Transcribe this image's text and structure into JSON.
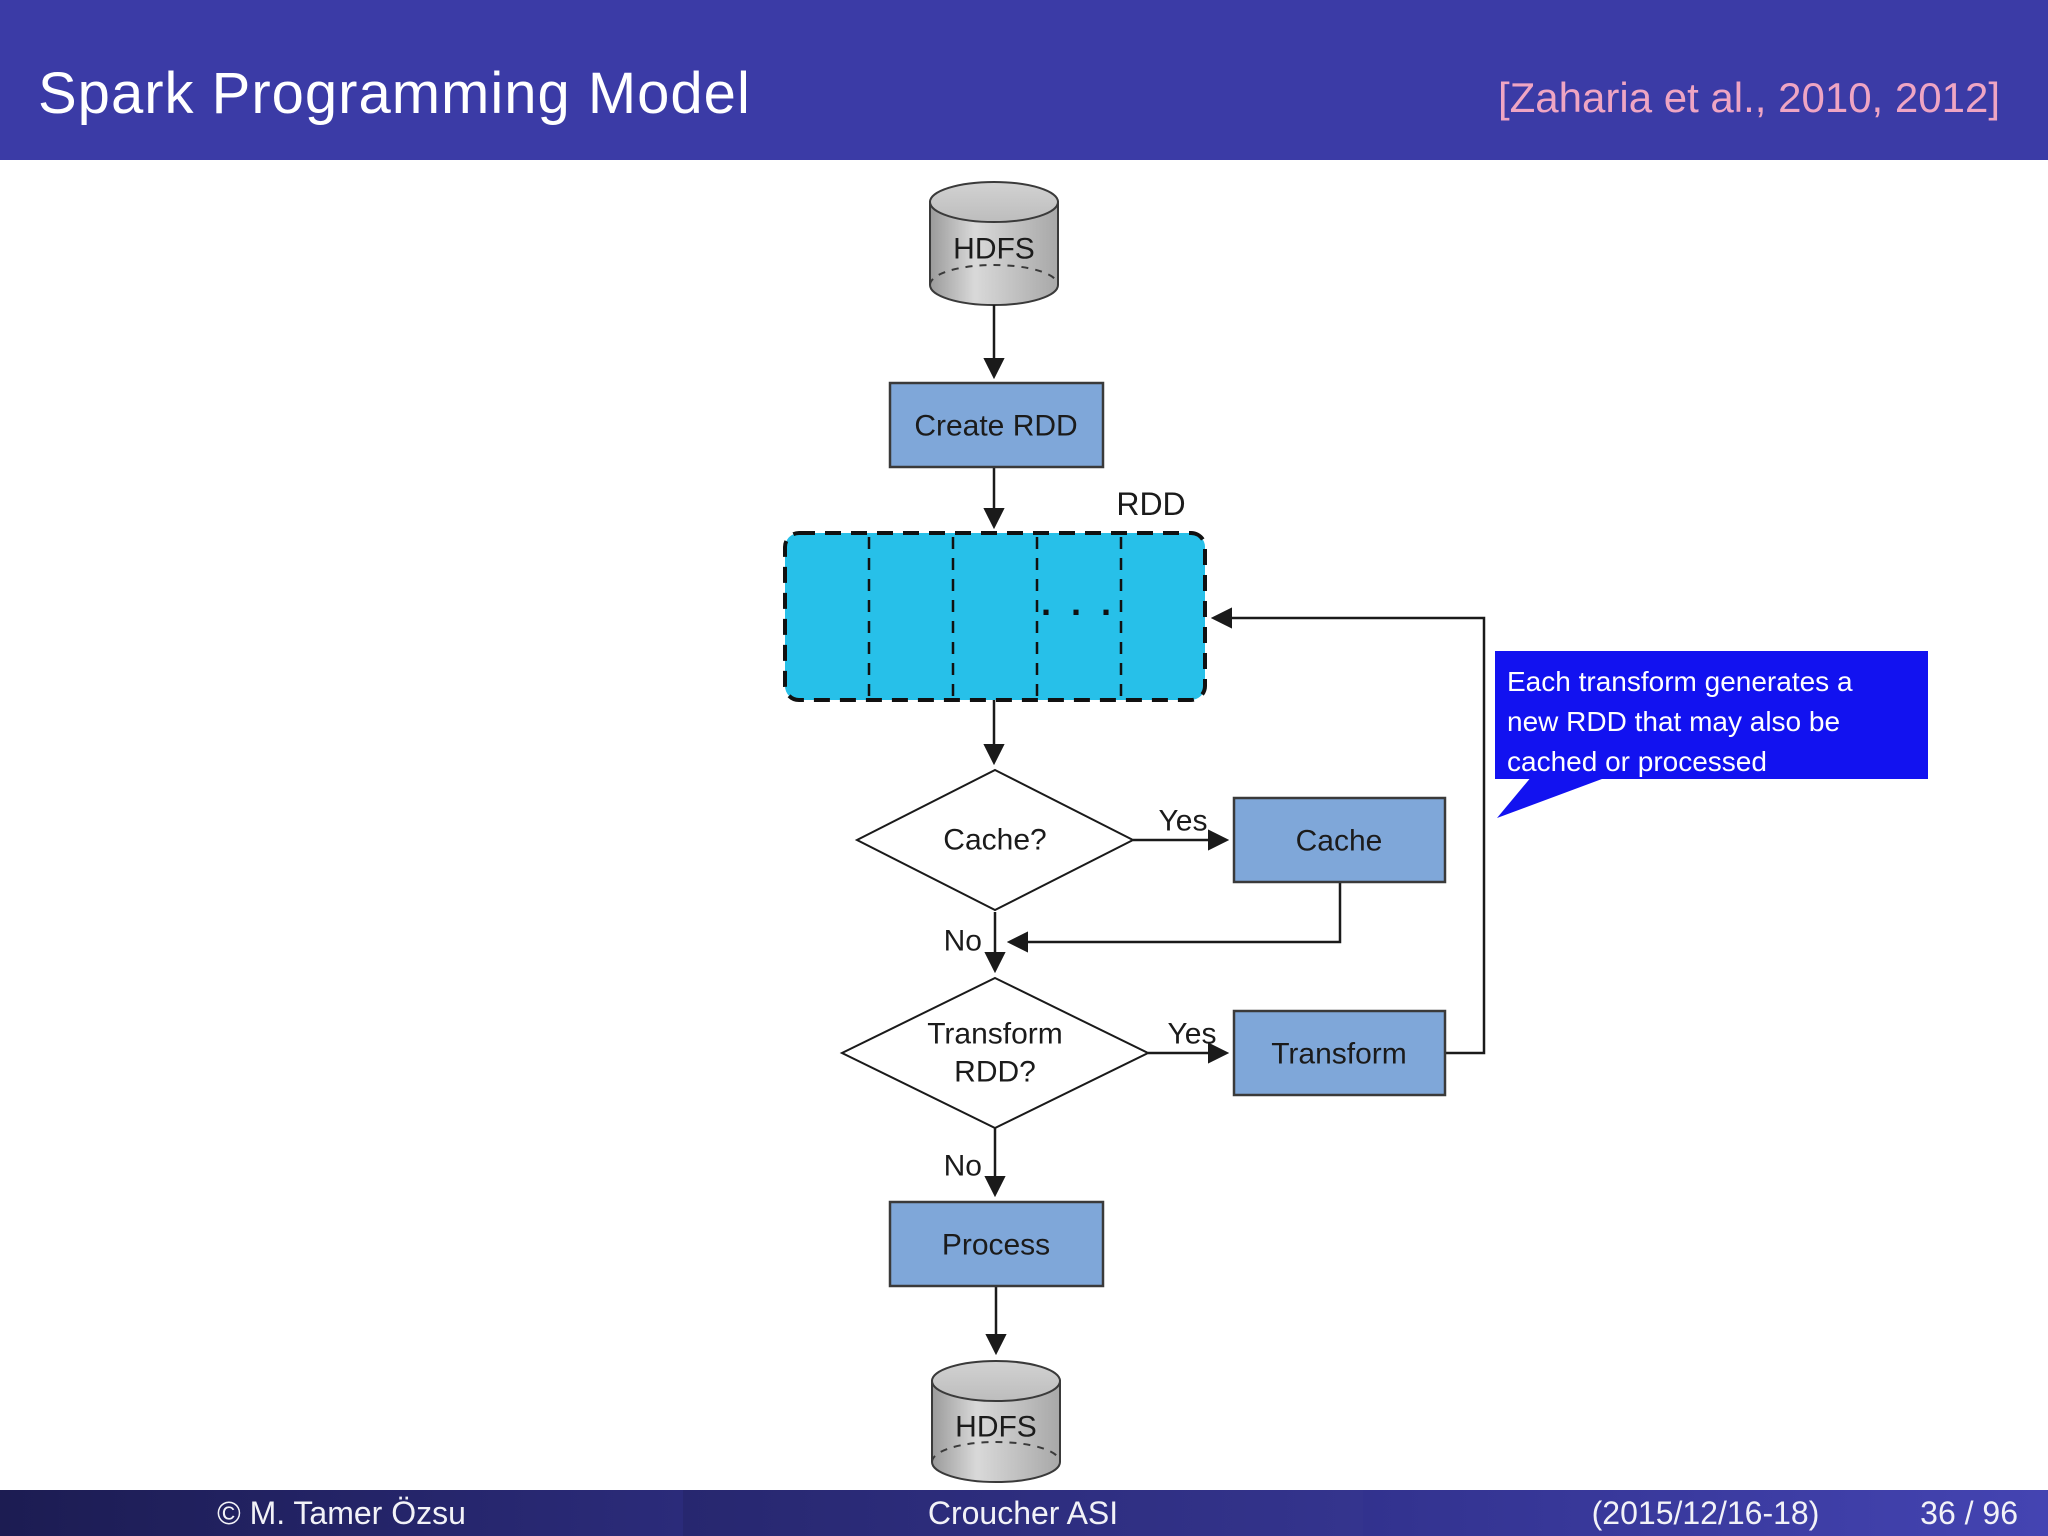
{
  "slide": {
    "header": {
      "title": "Spark Programming Model",
      "citation": "[Zaharia et al., 2010, 2012]"
    },
    "footer": {
      "author": "© M. Tamer Özsu",
      "venue": "Croucher ASI",
      "date": "(2015/12/16-18)",
      "page": "36 / 96"
    },
    "colors": {
      "header_bg": "#3b3ba6",
      "citation_pink": "#efa5c3",
      "box_fill": "#7fa7d9",
      "box_border": "#3a3a3a",
      "rdd_fill": "#27c0e9",
      "callout_bg": "#1212f0",
      "cylinder_gray": "#c2c2c2",
      "line": "#1a1a1a"
    }
  },
  "flowchart": {
    "hdfs_top_label": "HDFS",
    "create_rdd_label": "Create RDD",
    "rdd_caption": "RDD",
    "rdd_partitions_ellipsis": "· · ·",
    "cache_decision_label": "Cache?",
    "cache_box_label": "Cache",
    "transform_decision_line1": "Transform",
    "transform_decision_line2": "RDD?",
    "transform_box_label": "Transform",
    "process_box_label": "Process",
    "hdfs_bottom_label": "HDFS",
    "labels": {
      "cache_yes": "Yes",
      "cache_no": "No",
      "transform_yes": "Yes",
      "transform_no": "No"
    },
    "callout": {
      "line1": "Each transform generates a",
      "line2": "new RDD that may also be",
      "line3": "cached or processed"
    }
  }
}
